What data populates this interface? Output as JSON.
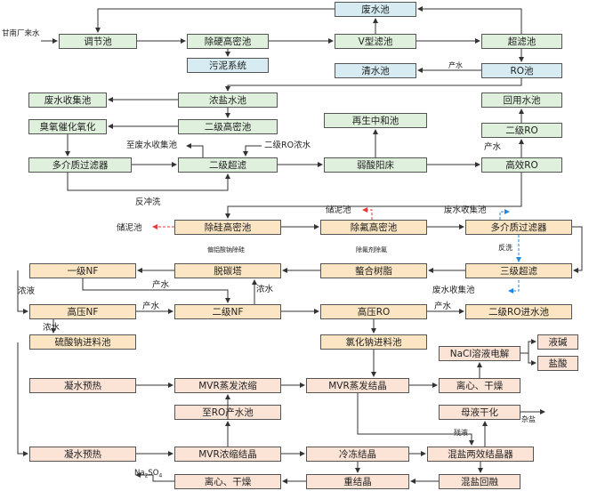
{
  "boxes": {
    "feishui": "废水池",
    "tiaojie": "调节池",
    "chuying": "除硬高密池",
    "vxing": "V型滤池",
    "chaolv": "超滤池",
    "wuni": "污泥系统",
    "qingshui": "清水池",
    "ro": "RO池",
    "feishoujichi": "废水收集池",
    "nongyan": "浓盐水池",
    "huiyong": "回用水池",
    "chouyang": "臭氧催化氧化",
    "erjigaomi": "二级高密池",
    "zaisheng": "再生中和池",
    "erjiro": "二级RO",
    "duojie1": "多介质过滤器",
    "erjichaolv": "二级超滤",
    "ruosuan": "弱酸阳床",
    "gaoxiao": "高效RO",
    "chugui": "除硅高密池",
    "chufu": "除氟高密池",
    "duojie2": "多介质过滤器",
    "yijinf": "一级NF",
    "tuotan": "脱碳塔",
    "zhenghe": "螯合树脂",
    "sanji": "三级超滤",
    "gaoyanf": "高压NF",
    "erjinf": "二级NF",
    "gaoyaro": "高压RO",
    "erjirojin": "二级RO进水池",
    "liusuan": "硫酸钠进料池",
    "lvhua": "氯化钠进料池",
    "naclsr": "NaCl溶液电解",
    "yejian": "液碱",
    "yansuan": "盐酸",
    "ningshui1": "凝水预热",
    "mvrnong": "MVR蒸发浓缩",
    "mvrjie": "MVR蒸发结晶",
    "lixin1": "离心、干燥",
    "zhiro": "至RO产水池",
    "muye": "母液干化",
    "ningshui2": "凝水预热",
    "mvrjiejing": "MVR浓缩结晶",
    "lengdong": "冷冻结晶",
    "hunyan2": "混盐两效结晶器",
    "lixin2": "离心、干燥",
    "chongjie": "重结晶",
    "hunyanhui": "混盐回融"
  },
  "labels": {
    "ganwan": "甘南厂来水",
    "chanshui_ro": "产水",
    "zhifeishui": "至废水收集池",
    "erjiro_nong": "二级RO浓水",
    "fanchongxi": "反冲洗",
    "chanshui_gx": "产水",
    "chuni1": "储泥池",
    "chuni2": "储泥池",
    "feishou1": "废水收集池",
    "feishou2": "废水收集池",
    "fanxi": "反洗",
    "jiayao1": "偏铝酸钠除硅",
    "jiayao2": "除氟剂除氟",
    "nongye1": "浓液",
    "chanshui_nf": "产水",
    "nongye2": "浓水",
    "chanshui2": "产水",
    "chanshui3": "产水",
    "nongye3": "浓水",
    "zayan": "杂盐",
    "canye": "残液",
    "na2so4_main": "Na",
    "na2so4_sub1": "2",
    "na2so4_mid": "SO",
    "na2so4_sub2": "4"
  },
  "colors": {
    "red_arrow": "#e53935",
    "blue_arrow": "#1e88e5"
  }
}
